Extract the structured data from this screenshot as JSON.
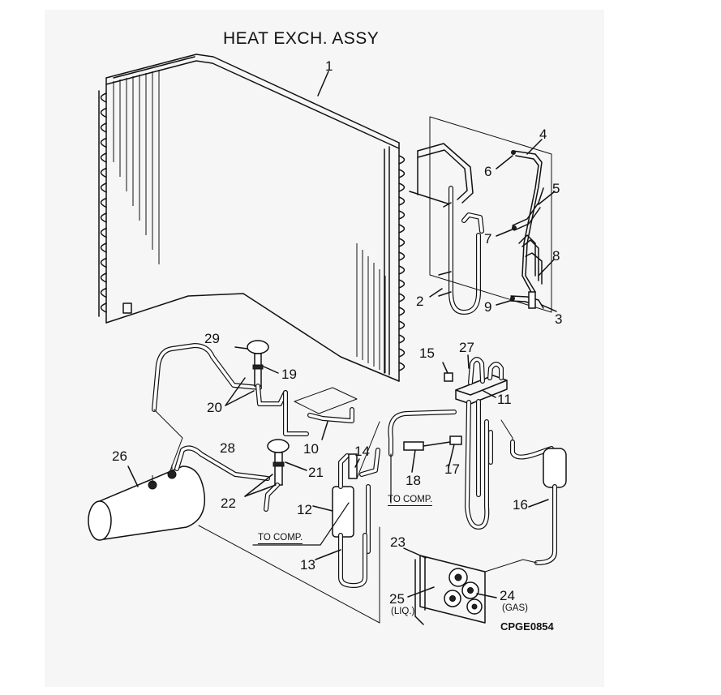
{
  "title": "HEAT EXCH. ASSY",
  "figure_code": "CPGE0854",
  "callouts": [
    "1",
    "2",
    "3",
    "4",
    "5",
    "6",
    "7",
    "8",
    "9",
    "10",
    "11",
    "12",
    "13",
    "14",
    "15",
    "16",
    "17",
    "18",
    "19",
    "20",
    "21",
    "22",
    "23",
    "24",
    "25",
    "26",
    "27",
    "28",
    "29"
  ],
  "notes": {
    "to_comp": "TO COMP.",
    "gas": "(GAS)",
    "liq": "(LIQ.)"
  }
}
